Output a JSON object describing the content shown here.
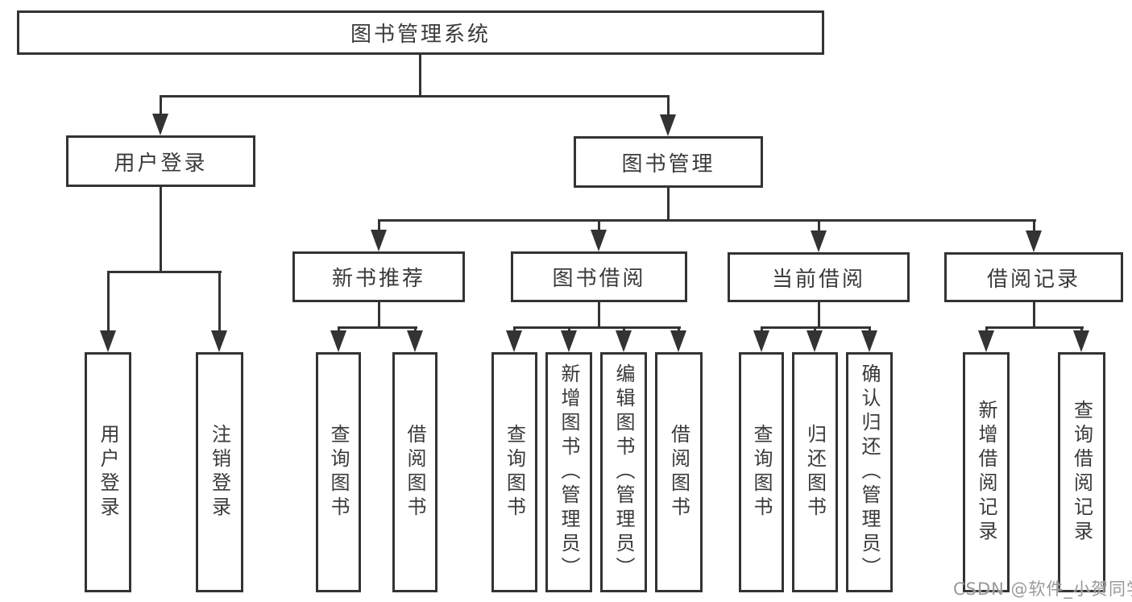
{
  "tree": {
    "root": {
      "label": "图书管理系统"
    },
    "branches": [
      {
        "label": "用户登录",
        "children": [
          {
            "label": "用户登录"
          },
          {
            "label": "注销登录"
          }
        ]
      },
      {
        "label": "图书管理",
        "children": [
          {
            "label": "新书推荐",
            "children": [
              {
                "label": "查询图书"
              },
              {
                "label": "借阅图书"
              }
            ]
          },
          {
            "label": "图书借阅",
            "children": [
              {
                "label": "查询图书"
              },
              {
                "label": "新增图书（管理员）"
              },
              {
                "label": "编辑图书（管理员）"
              },
              {
                "label": "借阅图书"
              }
            ]
          },
          {
            "label": "当前借阅",
            "children": [
              {
                "label": "查询图书"
              },
              {
                "label": "归还图书"
              },
              {
                "label": "确认归还（管理员）"
              }
            ]
          },
          {
            "label": "借阅记录",
            "children": [
              {
                "label": "新增借阅记录"
              },
              {
                "label": "查询借阅记录"
              }
            ]
          }
        ]
      }
    ]
  },
  "watermark": {
    "text": "CSDN @软件_小贺同学"
  },
  "colors": {
    "line": "#333333",
    "text": "#3a3a3a",
    "background": "#ffffff",
    "watermark": "#949494"
  }
}
